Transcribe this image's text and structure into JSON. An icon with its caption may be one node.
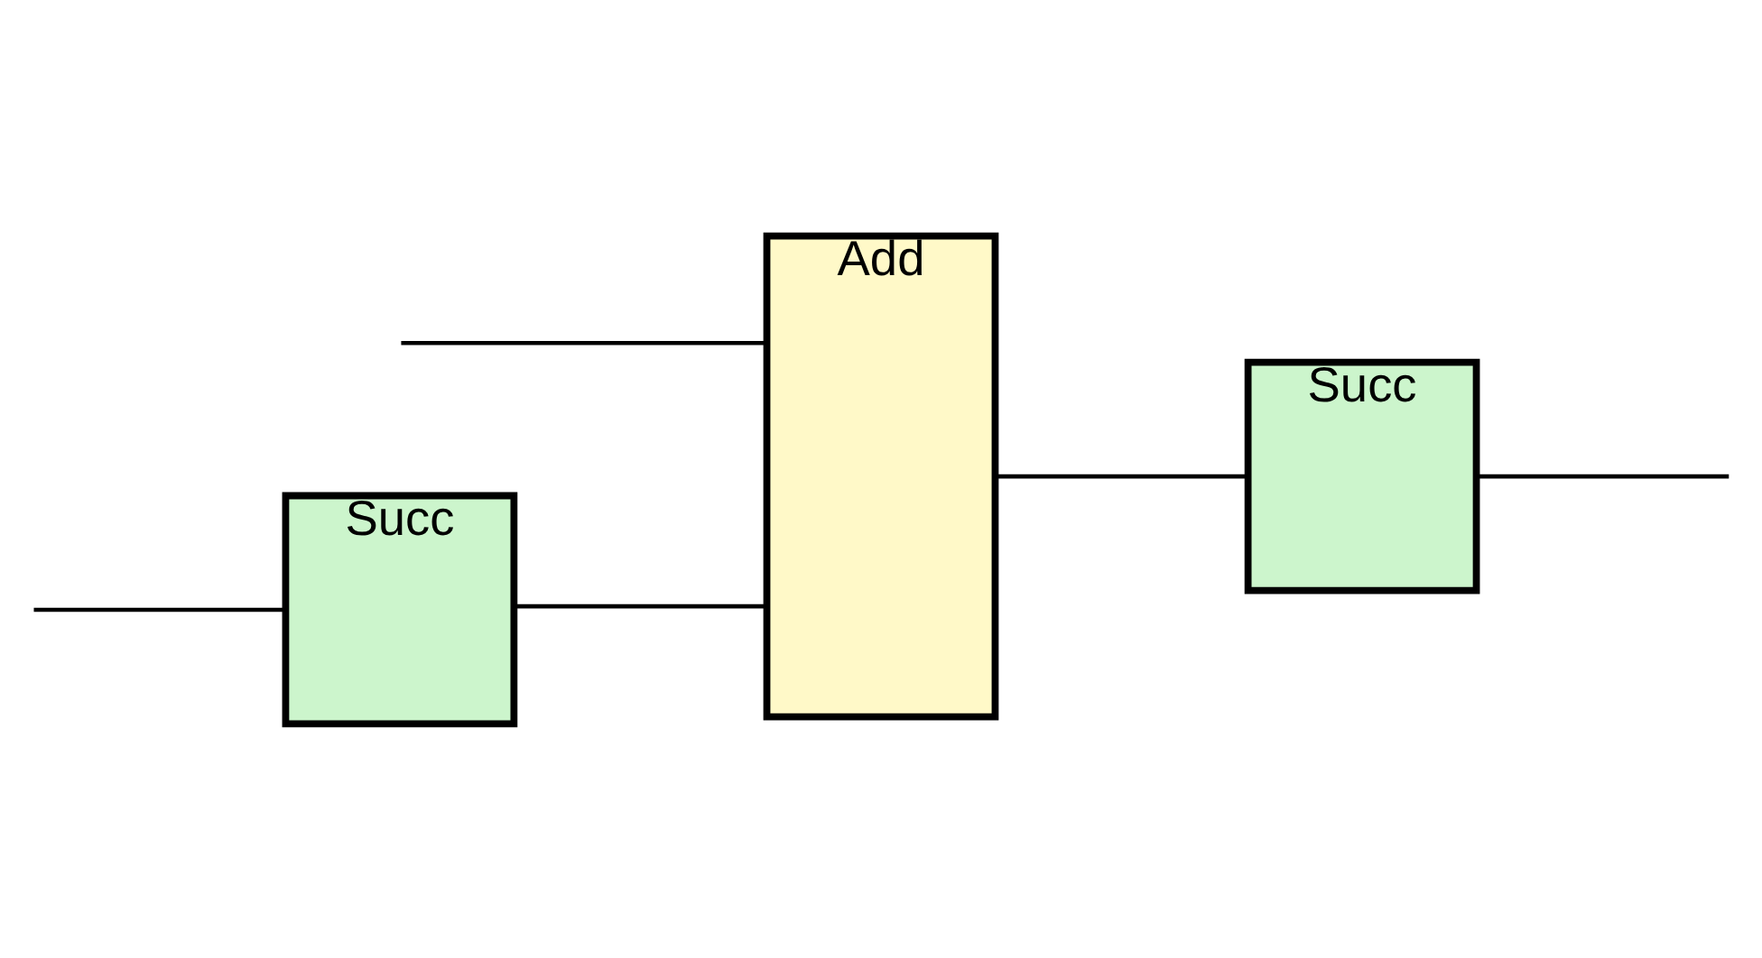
{
  "diagram": {
    "nodes": [
      {
        "text": [
          "Succ"
        ]
      },
      {
        "text": [
          "Add"
        ]
      },
      {
        "text": [
          "Succ"
        ]
      }
    ],
    "edges": [
      {
        "from": null,
        "to": 0,
        "arrow": "none"
      },
      {
        "from": 0,
        "to": 1,
        "arrow": "none"
      },
      {
        "from": null,
        "to": 1,
        "arrow": "none"
      },
      {
        "from": 1,
        "to": 2,
        "arrow": "none"
      },
      {
        "from": 2,
        "to": null,
        "arrow": "none"
      }
    ]
  }
}
